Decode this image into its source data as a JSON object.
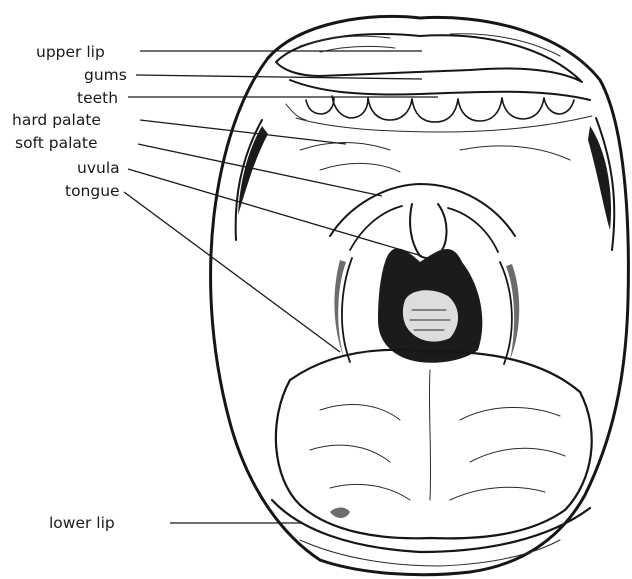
{
  "labels": {
    "upper_lip": "upper lip",
    "gums": "gums",
    "teeth": "teeth",
    "hard_palate": "hard palate",
    "soft_palate": "soft palate",
    "uvula": "uvula",
    "tongue": "tongue",
    "lower_lip": "lower lip"
  }
}
